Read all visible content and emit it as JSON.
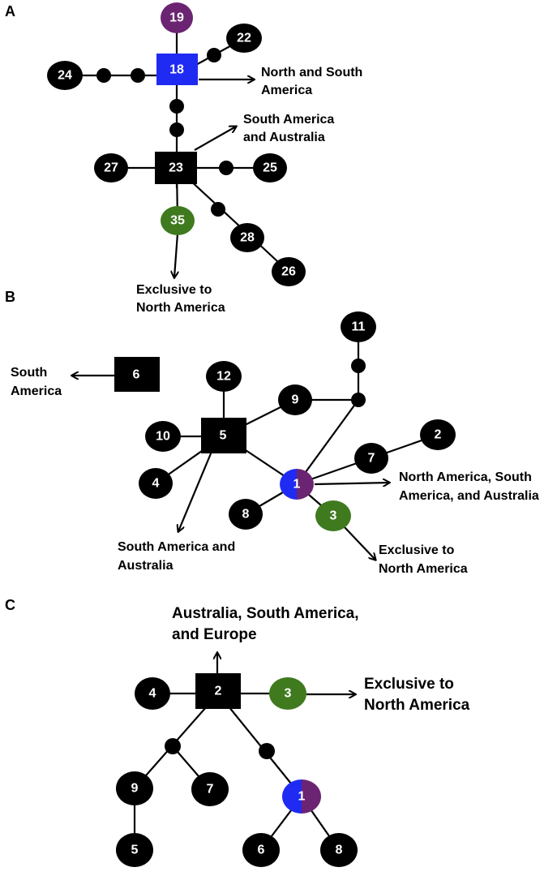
{
  "colors": {
    "black": "#000000",
    "blue": "#1f2bf2",
    "purple": "#6b2472",
    "green": "#3f7a1f"
  },
  "panels": {
    "a": {
      "letter": "A",
      "nodes": {
        "n19": "19",
        "n18": "18",
        "n22": "22",
        "n24": "24",
        "n23": "23",
        "n27": "27",
        "n25": "25",
        "n35": "35",
        "n28": "28",
        "n26": "26"
      },
      "labels": {
        "nsa_1": "North and South",
        "nsa_2": "America",
        "saa_1": "South America",
        "saa_2": "and Australia",
        "ex_1": "Exclusive to",
        "ex_2": "North America"
      }
    },
    "b": {
      "letter": "B",
      "nodes": {
        "n6": "6",
        "n11": "11",
        "n12": "12",
        "n9": "9",
        "n10": "10",
        "n5": "5",
        "n2": "2",
        "n7": "7",
        "n4": "4",
        "n1": "1",
        "n8": "8",
        "n3": "3"
      },
      "labels": {
        "sa_1": "South",
        "sa_2": "America",
        "nsaa_1": "North America, South",
        "nsaa_2": "America, and Australia",
        "saa_1": "South America and",
        "saa_2": "Australia",
        "ex_1": "Exclusive to",
        "ex_2": "North America"
      }
    },
    "c": {
      "letter": "C",
      "nodes": {
        "n4": "4",
        "n2": "2",
        "n3": "3",
        "n9": "9",
        "n7": "7",
        "n1": "1",
        "n5": "5",
        "n6": "6",
        "n8": "8"
      },
      "labels": {
        "ase_1": "Australia, South America,",
        "ase_2": "and Europe",
        "ex_1": "Exclusive to",
        "ex_2": "North America"
      }
    }
  }
}
